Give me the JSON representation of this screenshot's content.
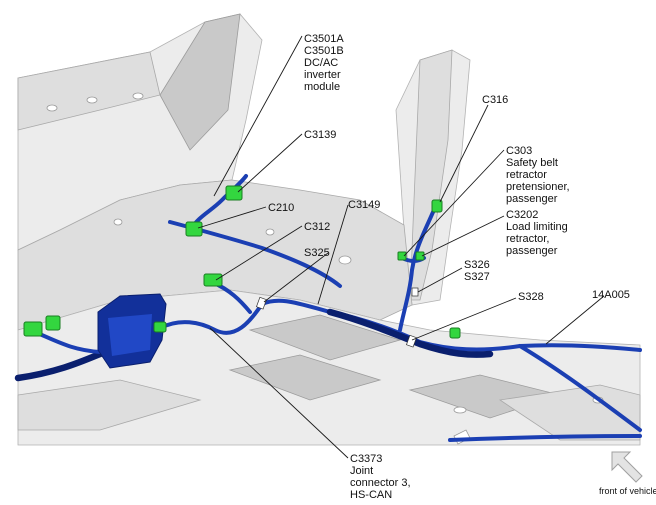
{
  "callouts": {
    "c3501": [
      "C3501A",
      "C3501B",
      "DC/AC",
      "inverter",
      "module"
    ],
    "c3139": [
      "C3139"
    ],
    "c210": [
      "C210"
    ],
    "c312": [
      "C312"
    ],
    "s325": [
      "S325"
    ],
    "c3149": [
      "C3149"
    ],
    "c316": [
      "C316"
    ],
    "c303": [
      "C303",
      "Safety belt",
      "retractor",
      "pretensioner,",
      "passenger"
    ],
    "c3202": [
      "C3202",
      "Load limiting",
      "retractor,",
      "passenger"
    ],
    "s326": [
      "S326",
      "S327"
    ],
    "s328": [
      "S328"
    ],
    "harness": [
      "14A005"
    ],
    "c3373": [
      "C3373",
      "Joint",
      "connector 3,",
      "HS-CAN"
    ]
  },
  "orientation": {
    "label": "front of vehicle"
  },
  "colors": {
    "wire": "#1b3fb3",
    "wire_dark": "#0a1f6e",
    "connector": "#33d63f",
    "body_panel": "#dedede",
    "background": "#ffffff"
  },
  "icons": {
    "front_arrow": "arrow-up-left-icon"
  }
}
